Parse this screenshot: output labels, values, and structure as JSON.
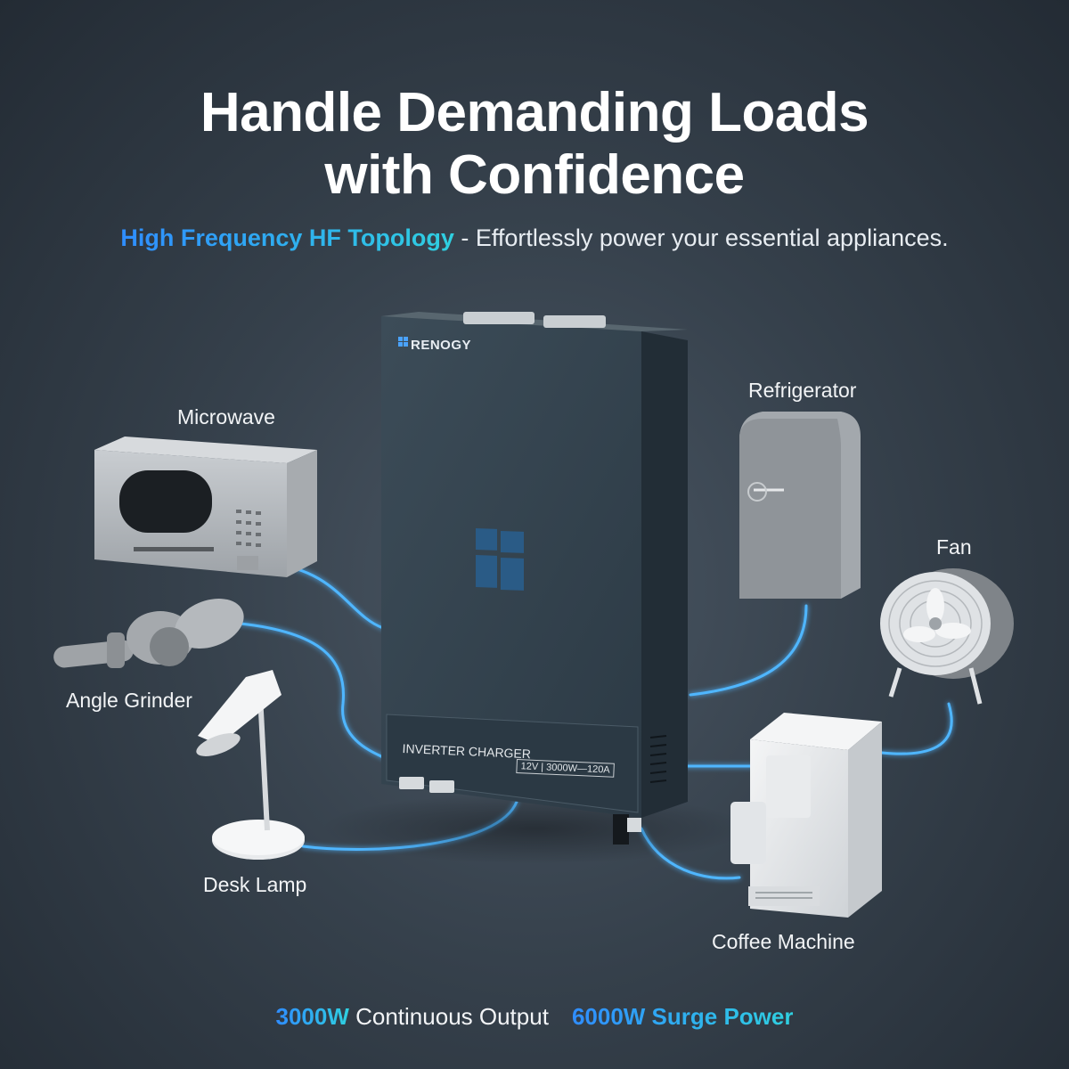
{
  "headline": {
    "line1": "Handle Demanding Loads",
    "line2": "with Confidence"
  },
  "subhead": {
    "highlight": "High Frequency HF Topology",
    "text": " - Effortlessly power your essential appliances."
  },
  "inverter": {
    "brand": "RENOGY",
    "model_label": "INVERTER CHARGER",
    "spec": "12V | 3000W—120A"
  },
  "appliances": {
    "microwave": "Microwave",
    "refrigerator": "Refrigerator",
    "fan": "Fan",
    "angle_grinder": "Angle Grinder",
    "desk_lamp": "Desk Lamp",
    "coffee_machine": "Coffee Machine"
  },
  "footer": {
    "continuous_value": "3000W",
    "continuous_label": " Continuous Output",
    "surge_value": "6000W Surge Power"
  },
  "colors": {
    "background": "#36414c",
    "accent_blue": "#2f8dff",
    "accent_cyan": "#2fd0e0",
    "inverter_body": "#34444f",
    "cable_glow": "#4fb6ff"
  }
}
